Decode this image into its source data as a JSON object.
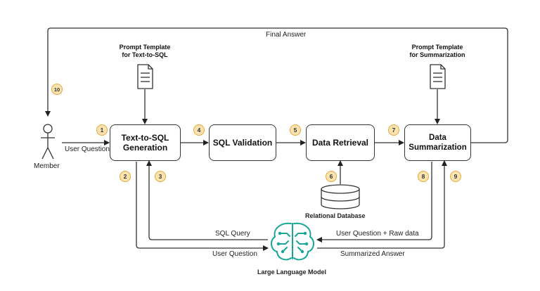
{
  "final_answer_label": "Final Answer",
  "actor": {
    "label": "Member"
  },
  "edges": {
    "user_question_in": "User Question",
    "sql_query": "SQL Query",
    "user_question_llm": "User Question",
    "user_question_raw": "User Question + Raw data",
    "summarized_answer": "Summarized Answer"
  },
  "nodes": {
    "text_to_sql": "Text-to-SQL\nGeneration",
    "sql_validation": "SQL Validation",
    "data_retrieval": "Data Retrieval",
    "data_summarization": "Data Summarization"
  },
  "templates": {
    "sql": "Prompt Template\nfor Text-to-SQL",
    "summary": "Prompt Template\nfor Summarization"
  },
  "database": {
    "label": "Relational Database"
  },
  "llm": {
    "label": "Large Language Model"
  },
  "steps": [
    "1",
    "2",
    "3",
    "4",
    "5",
    "6",
    "7",
    "8",
    "9",
    "10"
  ],
  "colors": {
    "badge_fill": "#fbe3b0",
    "badge_border": "#e7a93c",
    "llm_teal": "#18a59a"
  }
}
